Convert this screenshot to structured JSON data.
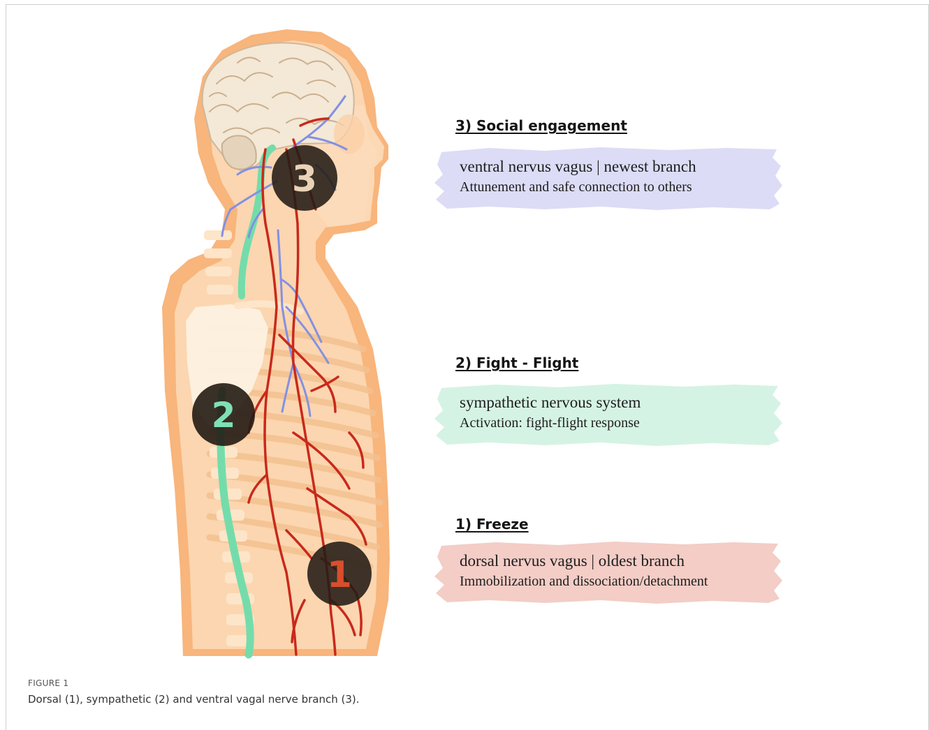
{
  "sections": [
    {
      "heading": "3) Social engagement",
      "title": "ventral nervus vagus | newest branch",
      "subtitle": "Attunement and safe connection to others",
      "color": "#dcdcf6"
    },
    {
      "heading": "2) Fight - Flight",
      "title": "sympathetic nervous system",
      "subtitle": "Activation: fight-flight response",
      "color": "#d5f3e4"
    },
    {
      "heading": "1) Freeze",
      "title": "dorsal nervus vagus | oldest branch",
      "subtitle": "Immobilization and dissociation/detachment",
      "color": "#f3cdc6"
    }
  ],
  "markers": [
    {
      "number": "3",
      "color": "#e8d3b8"
    },
    {
      "number": "2",
      "color": "#7fe0b5"
    },
    {
      "number": "1",
      "color": "#d94e2c"
    }
  ],
  "colors": {
    "skin_outer": "#f8b57c",
    "skin_inner": "#fbd6b0",
    "bone": "#fde5c9",
    "dorsal_vagus": "#c9291b",
    "ventral_vagus": "#8390e3",
    "spine_line": "#74dcab",
    "marker_fill": "#231b14"
  },
  "caption": {
    "label": "FIGURE 1",
    "text": "Dorsal (1), sympathetic (2) and ventral vagal nerve branch (3)."
  }
}
